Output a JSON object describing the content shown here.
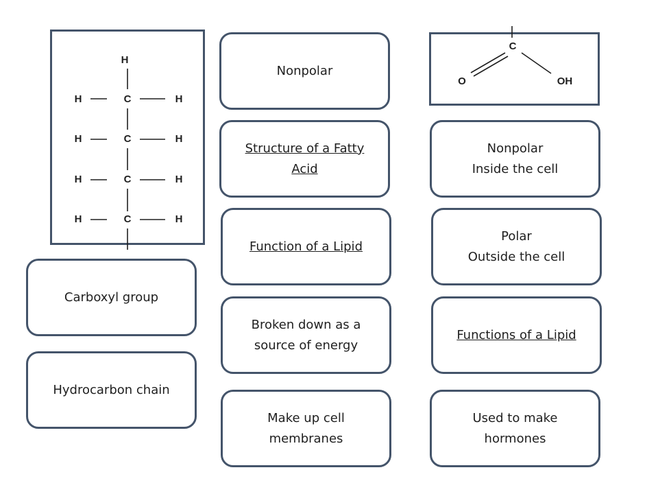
{
  "cards": {
    "nonpolar_top": "Nonpolar",
    "structure_fatty_acid": "Structure of a Fatty Acid",
    "function_lipid": "Function of a Lipid",
    "broken_down": "Broken down as a source of energy",
    "cell_membranes": "Make up cell membranes",
    "nonpolar_inside": "Nonpolar\nInside the cell",
    "polar_outside": "Polar\nOutside the cell",
    "functions_lipid": "Functions of a Lipid",
    "hormones": "Used to make hormones",
    "carboxyl_group": "Carboxyl group",
    "hydrocarbon_chain": "Hydrocarbon chain"
  },
  "hydrocarbon_image": {
    "atoms": {
      "h": "H",
      "c": "C"
    }
  },
  "carboxyl_image": {
    "atoms": {
      "c": "C",
      "o": "O",
      "oh": "OH"
    }
  }
}
